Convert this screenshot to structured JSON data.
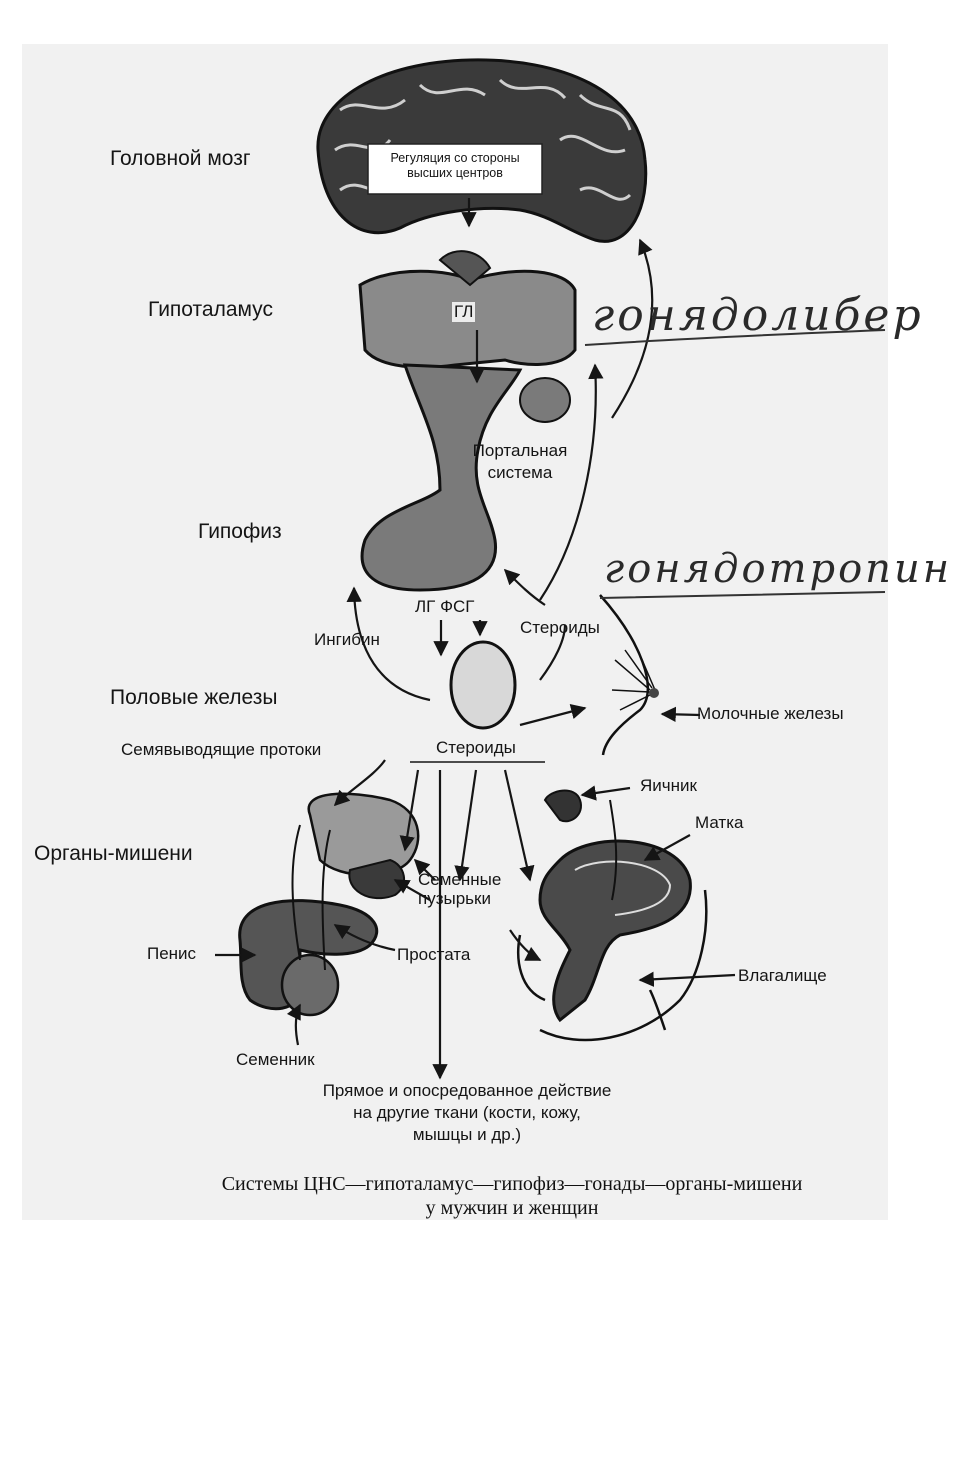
{
  "labels": {
    "brain": "Головной мозг",
    "regulation": "Регуляция со стороны высших центров",
    "hypothalamus": "Гипоталамус",
    "gl": "ГЛ",
    "portal": "Портальная система",
    "pituitary": "Гипофиз",
    "lg_fsg": "ЛГ ФСГ",
    "inhibin": "Ингибин",
    "steroids_upper": "Стероиды",
    "gonads": "Половые железы",
    "steroids_lower": "Стероиды",
    "mammary": "Молочные железы",
    "seminal_ducts": "Семявыводящие протоки",
    "ovary": "Яичник",
    "uterus": "Матка",
    "target_organs": "Органы-мишени",
    "seminal_vesicles": "Семенные пузырьки",
    "penis": "Пенис",
    "prostate": "Простата",
    "vagina": "Влагалище",
    "testis": "Семенник",
    "other_tissues": "Прямое и опосредованное действие на другие ткани (кости, кожу, мышцы и др.)"
  },
  "handwriting": {
    "note1": "гонядолибер",
    "note2": "гонядотропин"
  },
  "caption": {
    "line1": "Системы ЦНС—гипоталамус—гипофиз—гонады—органы-мишени",
    "line2": "у мужчин и женщин"
  },
  "colors": {
    "ink": "#151515",
    "paper": "#f1f1f1",
    "organ_fill": "#6a6a6a"
  }
}
